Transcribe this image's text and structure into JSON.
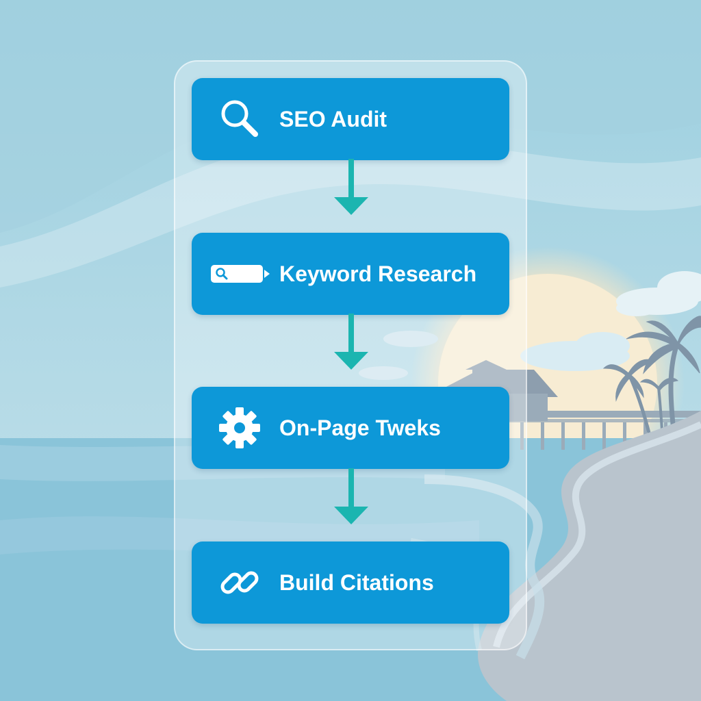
{
  "diagram": {
    "steps": [
      {
        "label": "SEO Audit",
        "icon": "magnifier-icon"
      },
      {
        "label": "Keyword Research",
        "icon": "search-bar-icon"
      },
      {
        "label": "On-Page Tweks",
        "icon": "gear-icon"
      },
      {
        "label": "Build Citations",
        "icon": "link-chain-icon"
      }
    ]
  },
  "colors": {
    "step_fill": "#0d98d8",
    "arrow": "#1bb5b0",
    "sky": "#a6d3e2",
    "sea": "#82bfd6",
    "sand": "#b8c3cc",
    "sun": "#f3e6cc"
  }
}
